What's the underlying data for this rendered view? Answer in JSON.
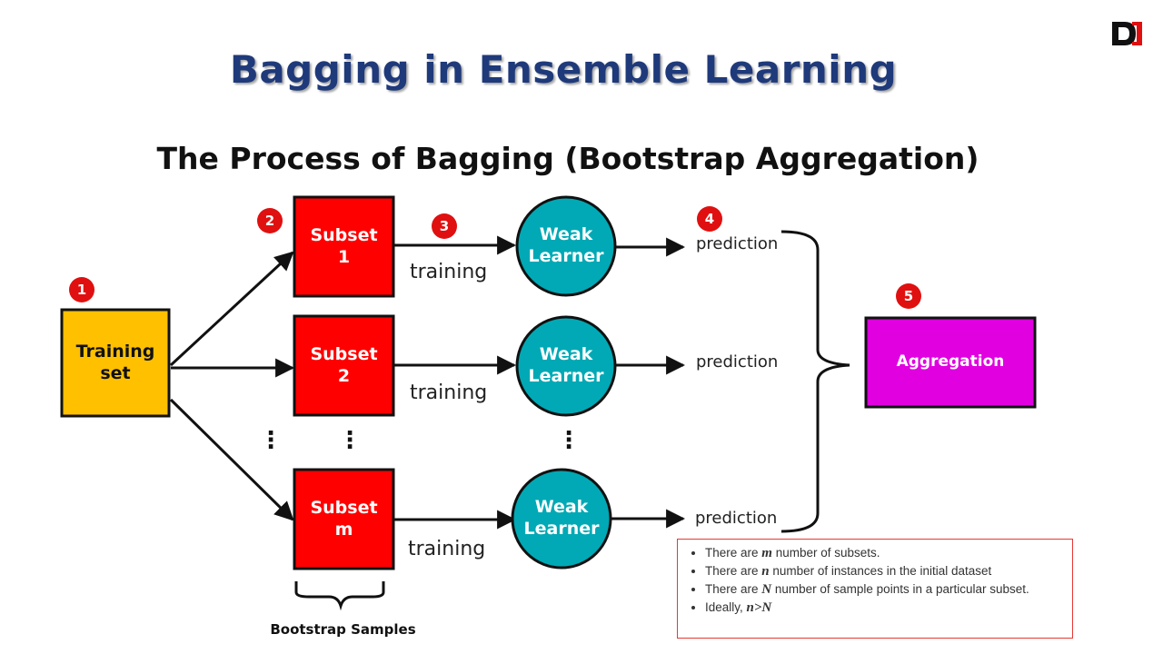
{
  "header": {
    "title": "Bagging in Ensemble Learning",
    "logo_text": "D",
    "logo_colors": {
      "dark": "#111111",
      "accent": "#e01010"
    }
  },
  "diagram": {
    "subtitle": "The Process of Bagging (Bootstrap Aggregation)",
    "training_set": {
      "label_line1": "Training",
      "label_line2": "set",
      "color": "#ffc000"
    },
    "subsets": [
      {
        "line1": "Subset",
        "line2": "1"
      },
      {
        "line1": "Subset",
        "line2": "2"
      },
      {
        "line1": "Subset",
        "line2": "m"
      }
    ],
    "subset_color": "#ff0000",
    "weak_learners": [
      {
        "line1": "Weak",
        "line2": "Learner"
      },
      {
        "line1": "Weak",
        "line2": "Learner"
      },
      {
        "line1": "Weak",
        "line2": "Learner"
      }
    ],
    "learner_color": "#00a9b5",
    "edge_label": "training",
    "prediction_label": "prediction",
    "aggregation": {
      "label": "Aggregation",
      "color": "#e000e0"
    },
    "steps": [
      "1",
      "2",
      "3",
      "4",
      "5"
    ],
    "step_color": "#e01010",
    "bootstrap_label": "Bootstrap Samples",
    "ellipsis": "⋮"
  },
  "notes": {
    "items": [
      {
        "pre": "There are ",
        "var": "m",
        "post": " number of subsets."
      },
      {
        "pre": "There are ",
        "var": "n",
        "post": " number of instances in the initial dataset"
      },
      {
        "pre": "There are ",
        "var": "N",
        "post": " number of sample points in a particular subset."
      },
      {
        "pre": "Ideally, ",
        "var": "n>N",
        "post": ""
      }
    ]
  }
}
